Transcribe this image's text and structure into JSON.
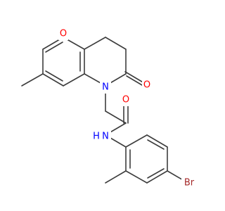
{
  "molecule": {
    "colors": {
      "bond": "#3d3d3d",
      "oxygen": "#ff0000",
      "nitrogen": "#0000ff",
      "bromine": "#a52a2a",
      "background": "#ffffff"
    },
    "atoms": {
      "o_ring": "O",
      "n_ring": "N",
      "o_lactam": "O",
      "o_amide": "O",
      "n_amide": "N",
      "h_amide": "H",
      "br": "Br"
    }
  }
}
